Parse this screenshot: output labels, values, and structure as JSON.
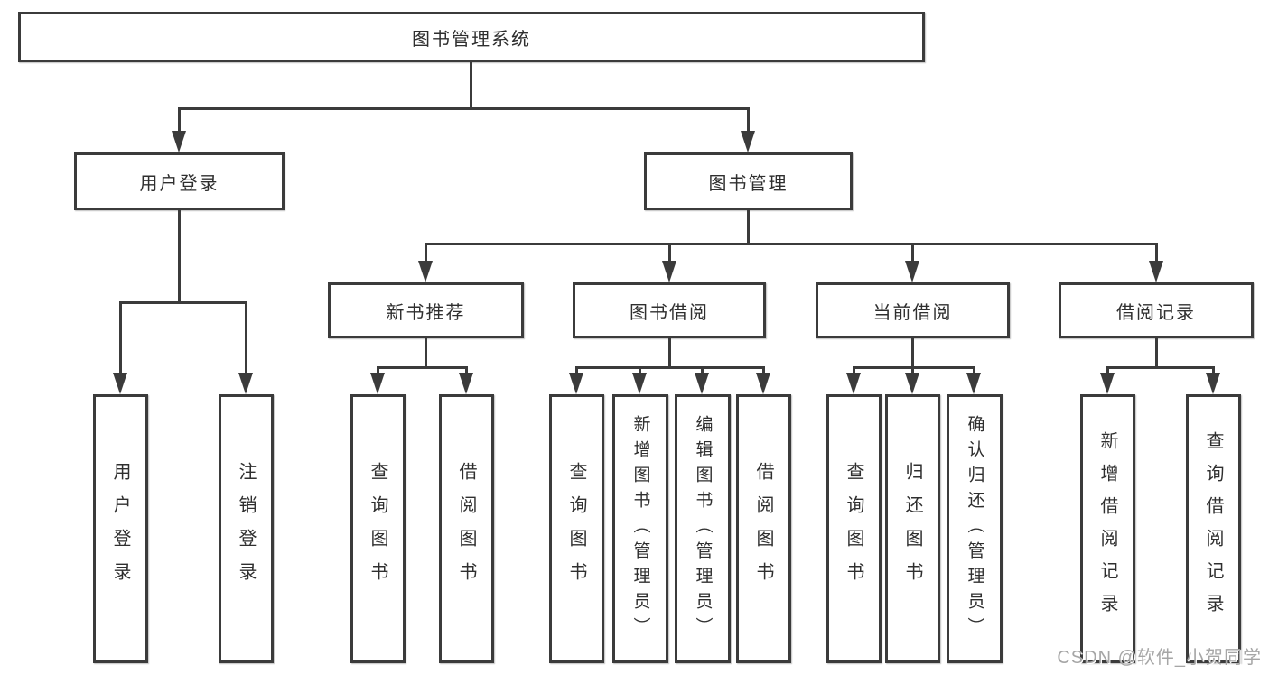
{
  "colors": {
    "line": "#3b3b3b",
    "box_background": "#ffffff",
    "text": "#2f2f2f",
    "watermark_text": "#a6a6a6"
  },
  "diagram": {
    "root": {
      "label": "图书管理系统"
    },
    "branches": [
      {
        "label": "用户登录",
        "children": [
          {
            "label": "用户登录"
          },
          {
            "label": "注销登录"
          }
        ]
      },
      {
        "label": "图书管理",
        "children": [
          {
            "label": "新书推荐",
            "children": [
              {
                "label": "查询图书"
              },
              {
                "label": "借阅图书"
              }
            ]
          },
          {
            "label": "图书借阅",
            "children": [
              {
                "label": "查询图书"
              },
              {
                "label": "新增图书（管理员）"
              },
              {
                "label": "编辑图书（管理员）"
              },
              {
                "label": "借阅图书"
              }
            ]
          },
          {
            "label": "当前借阅",
            "children": [
              {
                "label": "查询图书"
              },
              {
                "label": "归还图书"
              },
              {
                "label": "确认归还（管理员）"
              }
            ]
          },
          {
            "label": "借阅记录",
            "children": [
              {
                "label": "新增借阅记录"
              },
              {
                "label": "查询借阅记录"
              }
            ]
          }
        ]
      }
    ]
  },
  "watermark": {
    "text": "CSDN @软件_小贺同学"
  }
}
